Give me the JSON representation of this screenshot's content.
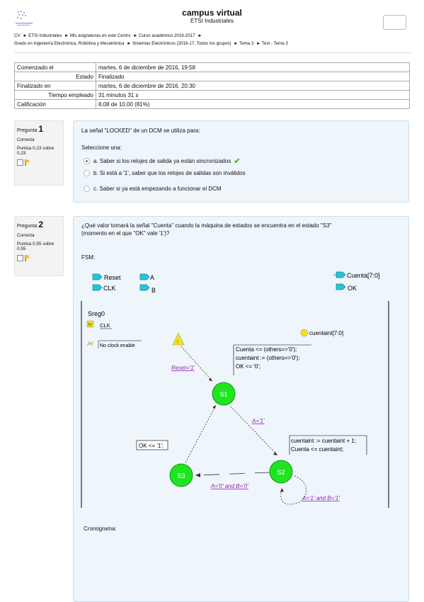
{
  "header": {
    "title": "campus virtual",
    "subtitle": "ETSI Industriales"
  },
  "breadcrumb": {
    "line1": [
      "CV",
      "► ETSI Industriales",
      "► Mis asignaturas en este Centro",
      "► Curso académico 2016-2017",
      "►"
    ],
    "line2": [
      "Grado en Ingeniería Electrónica, Robótica y Mecatrónica",
      "► Sistemas Electrónicos (2016-17,  Todos los grupos)",
      "► Tema 3",
      "► Test - Tema 3"
    ]
  },
  "summary": [
    {
      "label": "Comenzado el",
      "value": "martes, 6 de diciembre de 2016, 19:58",
      "align": "left"
    },
    {
      "label": "Estado",
      "value": "Finalizado",
      "align": "right"
    },
    {
      "label": "Finalizado en",
      "value": "martes, 6 de diciembre de 2016, 20:30",
      "align": "left"
    },
    {
      "label": "Tiempo empleado",
      "value": "31 minutos 31 s",
      "align": "right"
    },
    {
      "label": "Calificación",
      "value": "8,08 de 10,00 (81%)",
      "align": "left"
    }
  ],
  "q1": {
    "label": "Pregunta",
    "number": "1",
    "status": "Correcta",
    "points": "Puntúa 0,23 sobre 0,23",
    "text": "La señal \"LOCKED\" de un DCM se utiliza para:",
    "prompt": "Seleccione una:",
    "options": [
      "a. Saber si los relojes de salida ya están sincronizados",
      "b. Si está a '1', saber que los relojes de salidas son inválidos",
      "c. Saber si ya está empezando a funcionar el DCM"
    ]
  },
  "q2": {
    "label": "Pregunta",
    "number": "2",
    "status": "Correcta",
    "points": "Puntúa 0,55 sobre 0,55",
    "text_line1": "¿Qué valor tomará la señal \"Cuenta\" cuando la máquina de estados se encuentra en el estado \"S3\"",
    "text_line2": "(momento en el que \"OK\" vale '1')?",
    "fsm_label": "FSM:",
    "crono_label": "Cronograma:"
  },
  "fsm": {
    "ports": {
      "reset": "Reset",
      "clk": "CLK",
      "a": "A",
      "b": "B",
      "cuenta": "Cuenta[7:0]",
      "ok": "OK"
    },
    "sreg": "Sreg0",
    "clk_sym": "CLK",
    "no_clock": "No clock enable",
    "cuentaint": "cuentaint[7:0]",
    "s1_actions": [
      "Cuenta <= (others=>'0');",
      "cuentaint := (others=>'0');",
      "OK <= '0';"
    ],
    "s2_actions": [
      "cuentaint := cuentaint + 1;",
      "Cuenta <= cuentaint;"
    ],
    "s3_actions": [
      "OK <= '1';"
    ],
    "states": [
      "S1",
      "S2",
      "S3"
    ],
    "transitions": {
      "reset": "Reset='1'",
      "s1s2": "A='1'",
      "s2s3": "A='0' and B='0'",
      "s2s2": "A='1' and B='1'"
    },
    "colors": {
      "state": "#1ee61e",
      "link": "#9b1fb5",
      "port": "#25c6d9",
      "warn": "#f4e11a"
    }
  }
}
